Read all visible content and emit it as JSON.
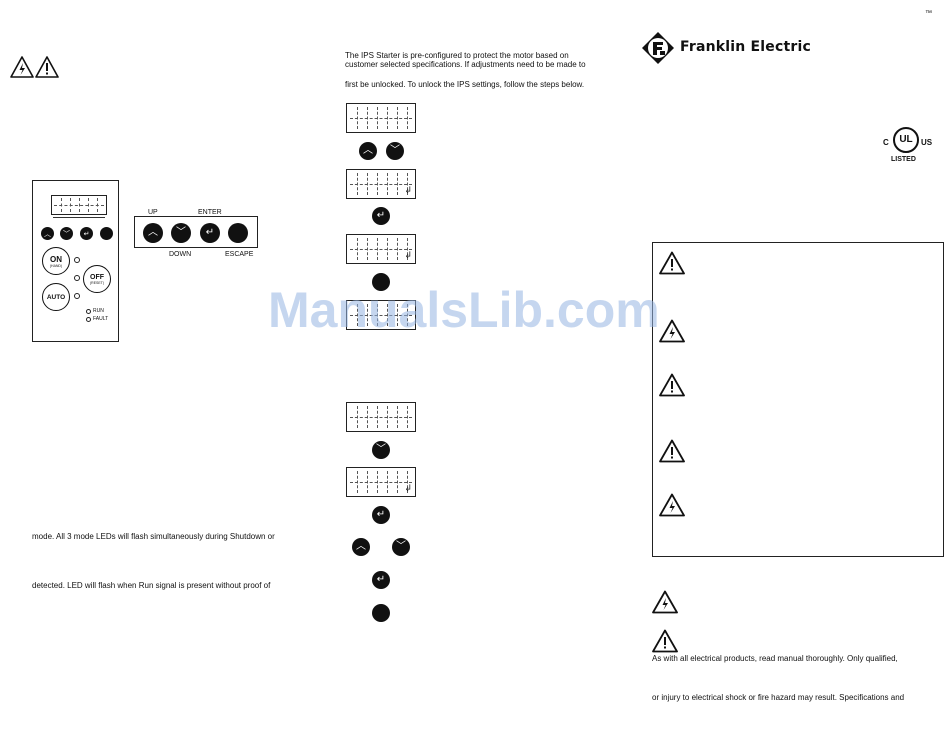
{
  "left_panel": {
    "controller": {
      "on_label": "ON",
      "on_sub": "(HAND)",
      "off_label": "OFF",
      "off_sub": "(RESET)",
      "auto_label": "AUTO",
      "run_label": "RUN",
      "fault_label": "FAULT"
    },
    "keypad": {
      "up_label": "UP",
      "enter_label": "ENTER",
      "down_label": "DOWN",
      "escape_label": "ESCAPE"
    },
    "text_line_1": "mode. All 3 mode LEDs will flash simultaneously during Shutdown or",
    "text_line_2": "detected. LED will flash when Run signal is present without proof of"
  },
  "middle_panel": {
    "intro_line_1": "The IPS Starter is pre-configured to protect the motor based on",
    "intro_line_2": "customer selected specifications. If adjustments need to be made to",
    "intro_line_3": "first be unlocked. To unlock the IPS settings, follow the steps below."
  },
  "right_panel": {
    "tm_mark": "™",
    "brand_name": "Franklin Electric",
    "ul_c": "C",
    "ul_mark": "UL",
    "ul_us": "US",
    "ul_listed": "LISTED",
    "footer_line_1": "As with all electrical products, read manual thoroughly. Only qualified,",
    "footer_line_2": "or injury to electrical shock or fire hazard may result. Specifications and"
  },
  "watermark": "ManualsLib.com",
  "icons": {
    "up": "chevron-up-icon",
    "down": "chevron-down-icon",
    "enter": "enter-arrow-icon",
    "escape": "escape-dot-icon",
    "warning": "warning-triangle-icon",
    "shock": "electric-shock-warning-icon"
  }
}
